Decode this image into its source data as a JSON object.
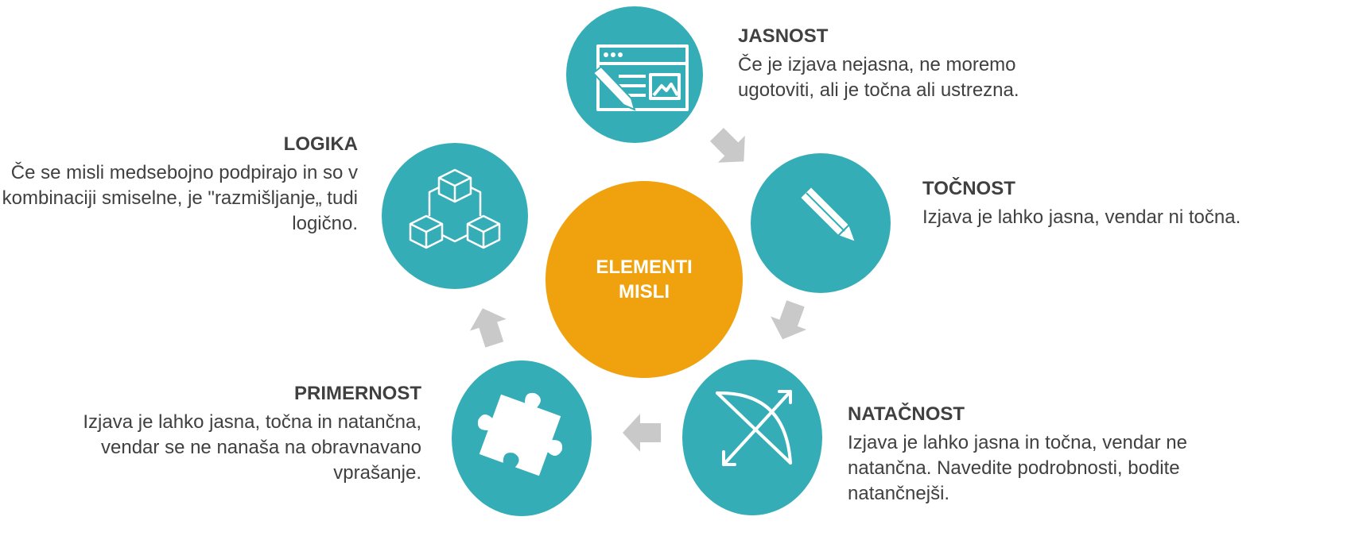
{
  "center": {
    "line1": "ELEMENTI",
    "line2": "MISLI",
    "color": "#f0a20e"
  },
  "colors": {
    "node": "#35adb7",
    "arrow": "#c9c9c9",
    "text": "#404040"
  },
  "elements": [
    {
      "id": "jasnost",
      "icon": "browser-edit-icon",
      "title": "JASNOST",
      "text": "Če je izjava nejasna, ne moremo ugotoviti, ali je točna ali ustrezna."
    },
    {
      "id": "tocnost",
      "icon": "pencil-icon",
      "title": "TOČNOST",
      "text": "Izjava je lahko jasna, vendar ni točna."
    },
    {
      "id": "natancnost",
      "icon": "bow-arrow-icon",
      "title": "NATAČNOST",
      "text": "Izjava je lahko jasna in točna, vendar ne natančna. Navedite podrobnosti, bodite natančnejši."
    },
    {
      "id": "primernost",
      "icon": "puzzle-piece-icon",
      "title": "PRIMERNOST",
      "text": "Izjava je lahko jasna, točna in natančna, vendar se ne nanaša na obravnavano vprašanje."
    },
    {
      "id": "logika",
      "icon": "connected-cubes-icon",
      "title": "LOGIKA",
      "text": "Če se misli medsebojno podpirajo in so v kombinaciji smiselne, je \"razmišljanje„ tudi logično."
    }
  ]
}
